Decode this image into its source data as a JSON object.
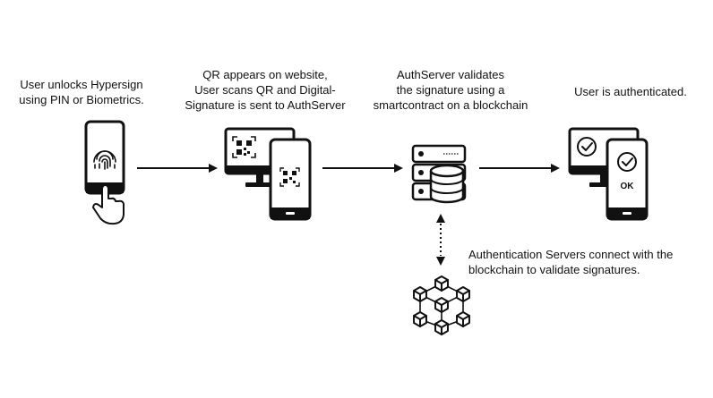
{
  "steps": [
    {
      "lines": [
        "User unlocks Hypersign",
        "using PIN or Biometrics."
      ]
    },
    {
      "lines": [
        "QR appears on website,",
        "User scans QR  and Digital-",
        "Signature is sent to AuthServer"
      ]
    },
    {
      "lines": [
        "AuthServer validates",
        "the signature using a",
        "smartcontract on a blockchain"
      ]
    },
    {
      "lines": [
        "User is authenticated."
      ]
    }
  ],
  "note": {
    "lines": [
      "Authentication Servers connect with the",
      "blockchain to validate signatures."
    ]
  },
  "phone_ok_label": "OK",
  "icons": [
    "fingerprint-phone-icon",
    "hand-pointer-icon",
    "monitor-qr-icon",
    "phone-qr-icon",
    "server-database-icon",
    "monitor-check-icon",
    "phone-check-ok-icon",
    "blockchain-network-icon"
  ],
  "colors": {
    "ink": "#111111",
    "background": "#ffffff"
  }
}
